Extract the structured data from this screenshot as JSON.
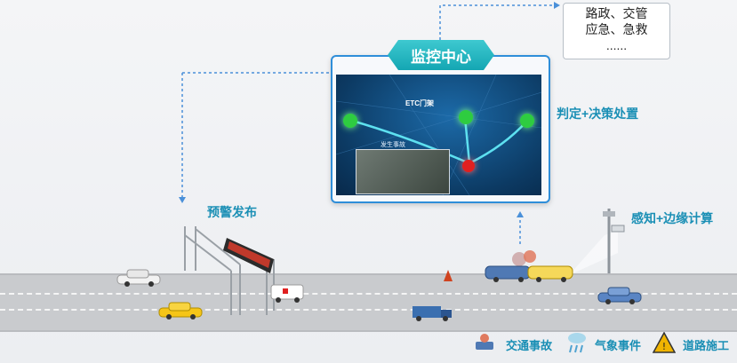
{
  "title": "监控中心",
  "notes": {
    "line1": "路政、交管",
    "line2": "应急、急救",
    "line3": "......"
  },
  "labels": {
    "judge": "判定+决策处置",
    "warning": "预警发布",
    "perception": "感知+边缘计算"
  },
  "screen": {
    "etc_label": "ETC门架",
    "incident_label": "发生事故"
  },
  "legend": [
    {
      "icon": "traffic-accident-icon",
      "label": "交通事故"
    },
    {
      "icon": "weather-event-icon",
      "label": "气象事件"
    },
    {
      "icon": "road-construction-icon",
      "label": "道路施工"
    }
  ],
  "colors": {
    "accent": "#1a8fb5",
    "panel_border": "#2f8ed9",
    "badge": "#14a6b3",
    "node": "#2ecc40",
    "alert": "#e02020"
  }
}
